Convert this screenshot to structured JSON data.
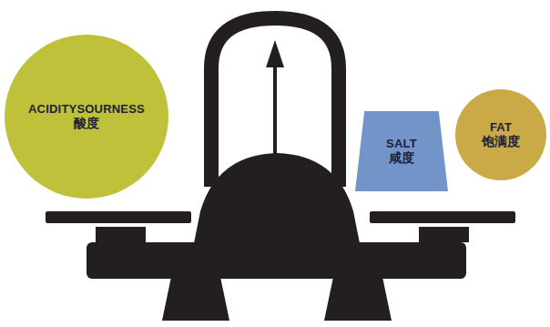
{
  "diagram": {
    "nodes": [
      {
        "text": [
          "ACIDITYSOURNESS",
          "酸度"
        ]
      },
      {
        "text": [
          "SALT",
          "咸度"
        ]
      },
      {
        "text": [
          "FAT",
          "饱满度"
        ]
      }
    ]
  }
}
